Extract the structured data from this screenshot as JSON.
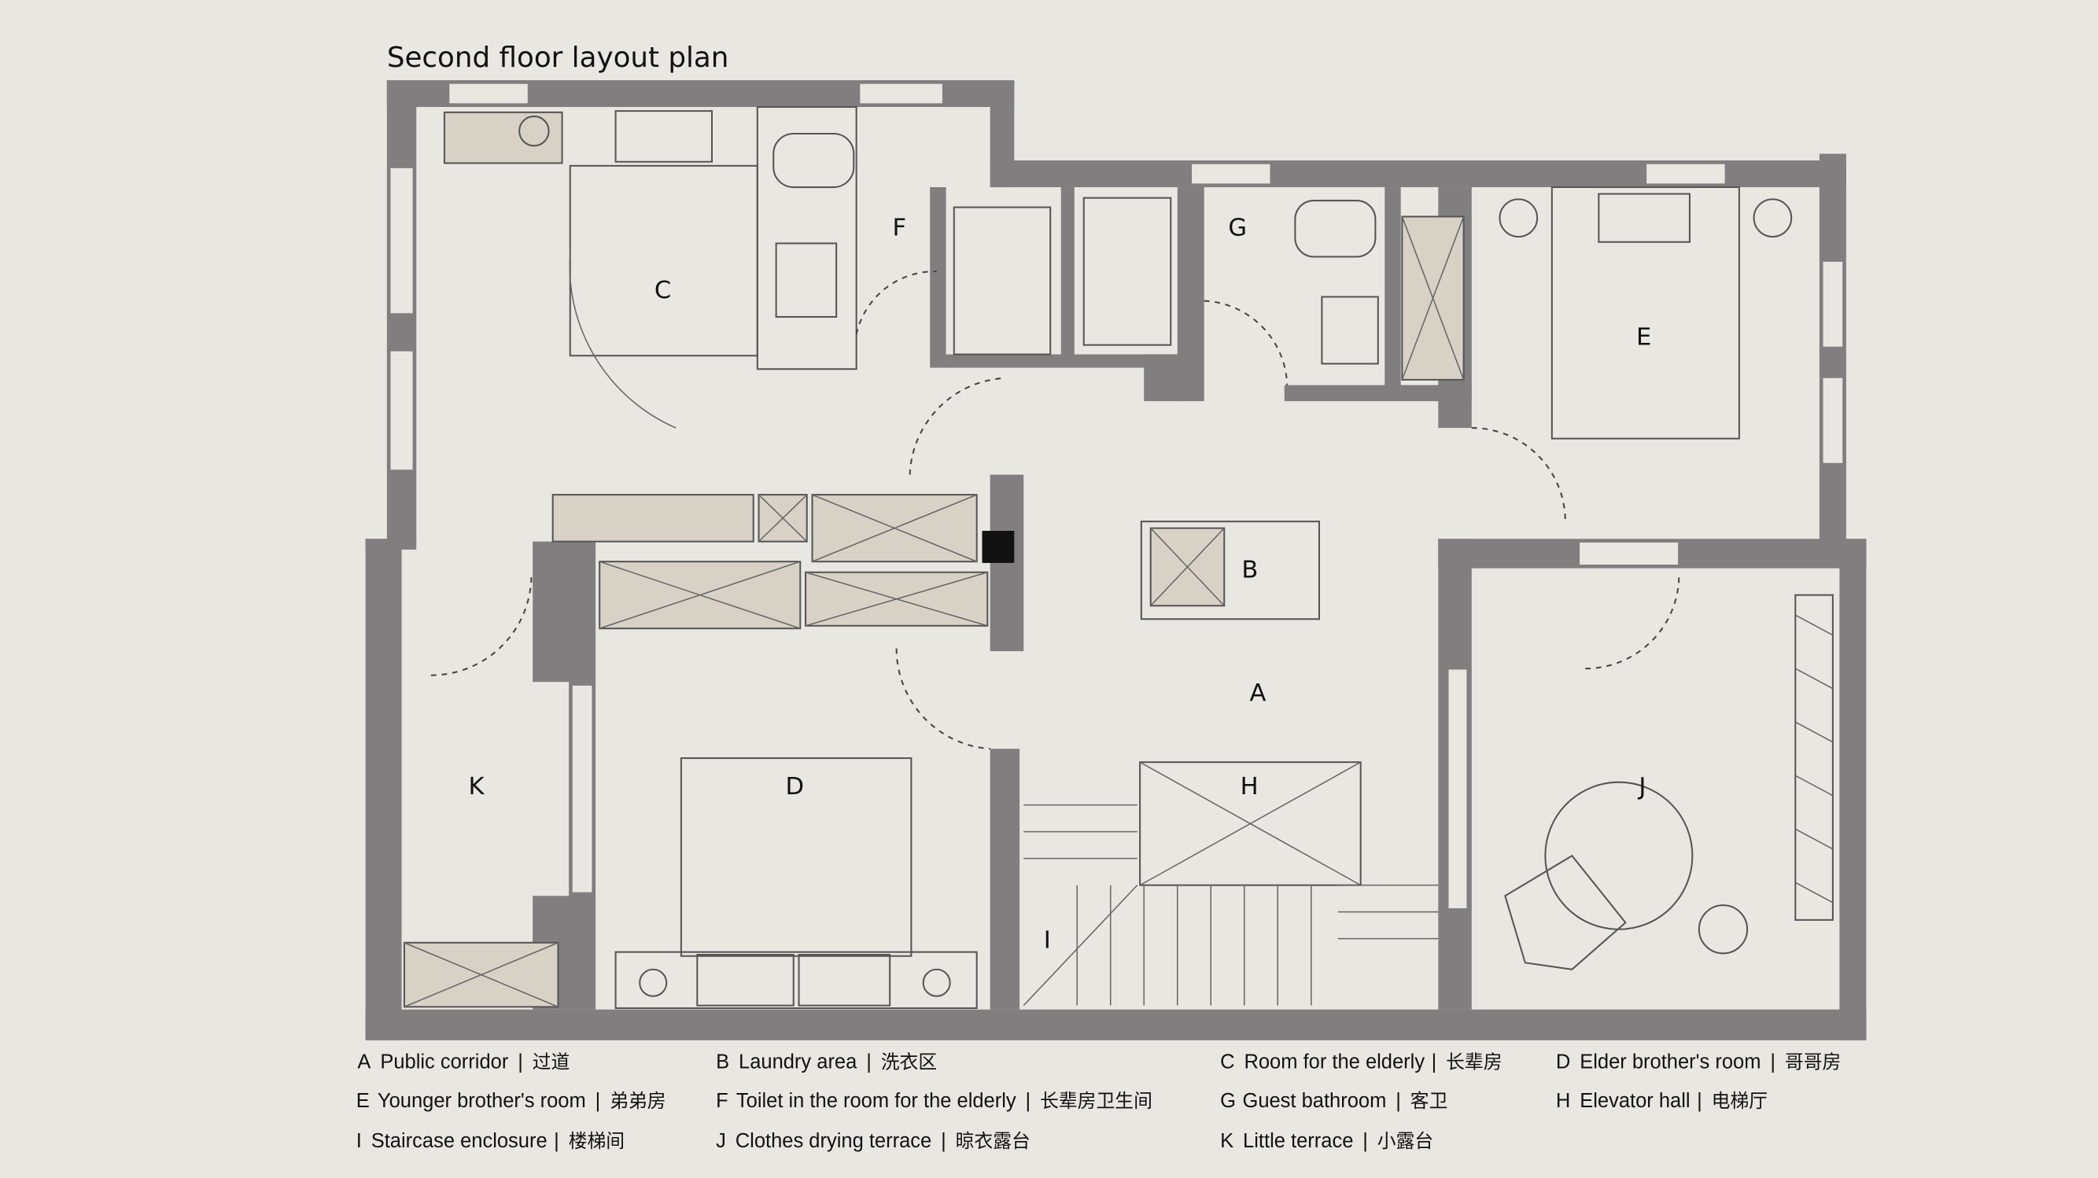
{
  "title": "Second floor layout plan",
  "rooms": {
    "A": "A",
    "B": "B",
    "C": "C",
    "D": "D",
    "E": "E",
    "F": "F",
    "G": "G",
    "H": "H",
    "I": "I",
    "J": "J",
    "K": "K"
  },
  "legend": [
    {
      "letter": "A",
      "label": "Public corridor",
      "cn": "过道"
    },
    {
      "letter": "B",
      "label": "Laundry area",
      "cn": "洗衣区"
    },
    {
      "letter": "C",
      "label": "Room for the elderly",
      "cn": "长辈房"
    },
    {
      "letter": "D",
      "label": "Elder brother's room",
      "cn": "哥哥房"
    },
    {
      "letter": "E",
      "label": "Younger brother's room",
      "cn": "弟弟房"
    },
    {
      "letter": "F",
      "label": "Toilet in the room for the elderly",
      "cn": "长辈房卫生间"
    },
    {
      "letter": "G",
      "label": "Guest bathroom",
      "cn": "客卫"
    },
    {
      "letter": "H",
      "label": "Elevator hall",
      "cn": "电梯厅"
    },
    {
      "letter": "I",
      "label": "Staircase enclosure",
      "cn": "楼梯间"
    },
    {
      "letter": "J",
      "label": "Clothes drying terrace",
      "cn": "晾衣露台"
    },
    {
      "letter": "K",
      "label": "Little terrace",
      "cn": "小露台"
    }
  ],
  "separator": "|",
  "colors": {
    "wall": "#807e7f",
    "background": "#e9e7e2",
    "cabinet": "#d8d2c6"
  }
}
